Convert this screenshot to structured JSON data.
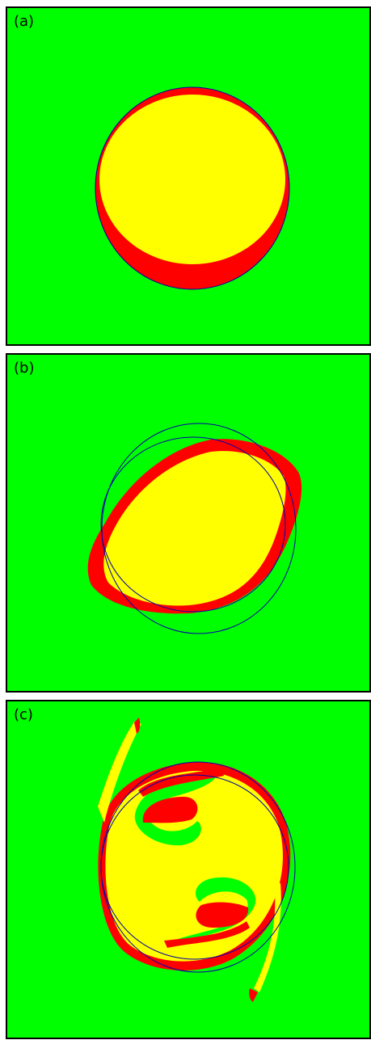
{
  "panels": [
    {
      "label": "(a)"
    },
    {
      "label": "(b)"
    },
    {
      "label": "(c)"
    }
  ],
  "colors": {
    "background": "#00ff00",
    "fill_primary": "#ffff00",
    "fill_secondary": "#ff0000",
    "reference_circle": "#0000aa",
    "frame": "#000000"
  }
}
